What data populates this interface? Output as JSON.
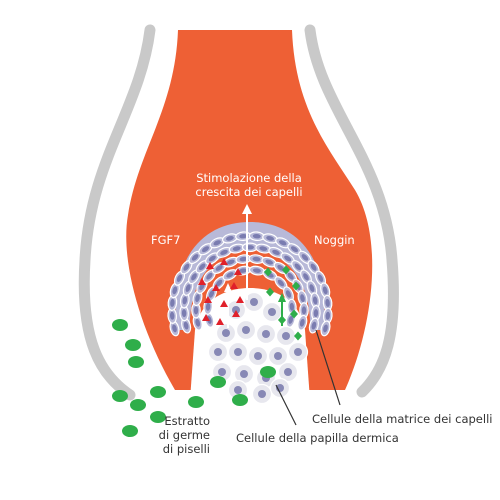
{
  "labels": {
    "stimulation_line1": "Stimolazione della",
    "stimulation_line2": "crescita dei capelli",
    "fgf7": "FGF7",
    "noggin": "Noggin",
    "extract_line1": "Estratto",
    "extract_line2": "di germe",
    "extract_line3": "di piselli",
    "matrix_cells": "Cellule della matrice dei capelli",
    "papilla_cells": "Cellule della papilla dermica"
  },
  "colors": {
    "follicle": "#EE6035",
    "sheath": "#C9C9C9",
    "matrix_cell_fill": "#B8B9D8",
    "matrix_cell_nucleus": "#7A7CB0",
    "papilla_cell_fill": "#E7E7EE",
    "papilla_cell_nucleus": "#8788B5",
    "fgf7_marker": "#E0202A",
    "noggin_marker": "#2FAE4A",
    "pea_extract": "#2FAE4A",
    "pointer_line": "#333333"
  }
}
